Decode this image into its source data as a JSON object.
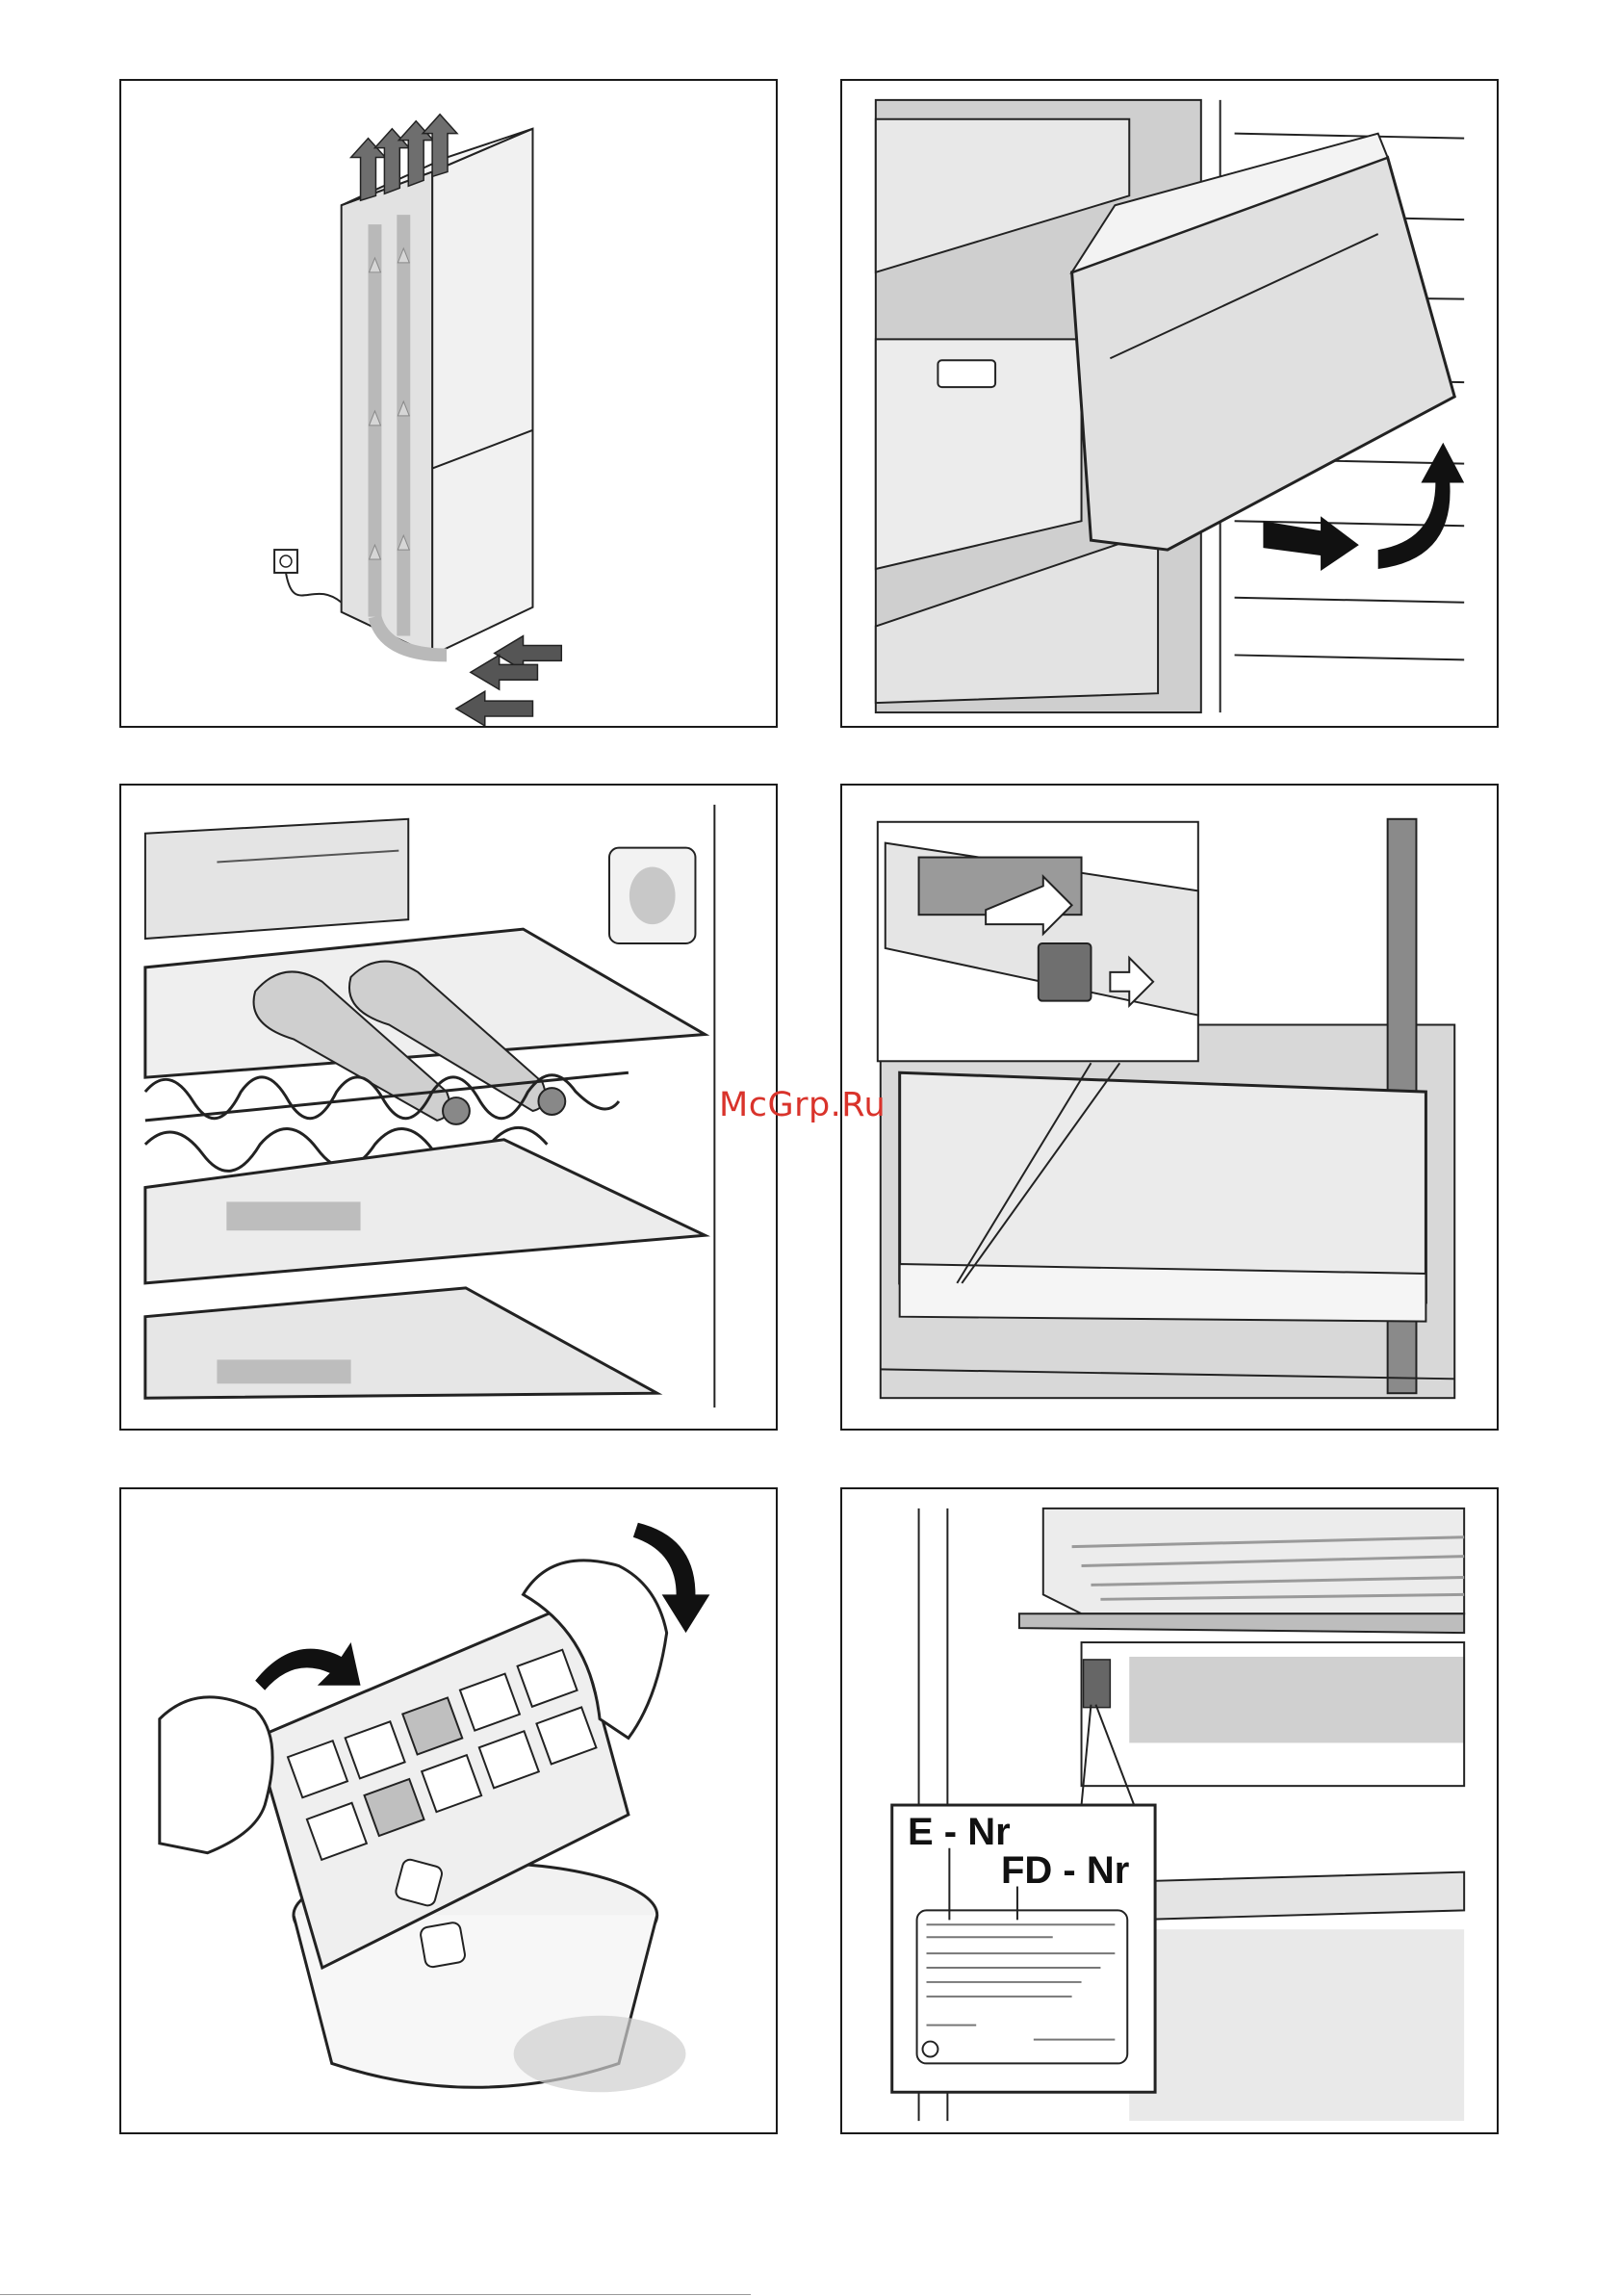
{
  "watermark": "McGrp.Ru",
  "panels": {
    "airflow": {},
    "drawer_removal": {},
    "bottle_rack": {},
    "drawer_slider": {},
    "ice_tray": {},
    "rating_plate": {
      "e_nr_label": "E - Nr",
      "fd_nr_label": "FD - Nr"
    }
  },
  "colors": {
    "line": "#1a1a1a",
    "fill_light": "#e6e6e6",
    "fill_mid": "#bdbdbd",
    "fill_dark": "#6e6e6e",
    "watermark": "#d9332b"
  }
}
